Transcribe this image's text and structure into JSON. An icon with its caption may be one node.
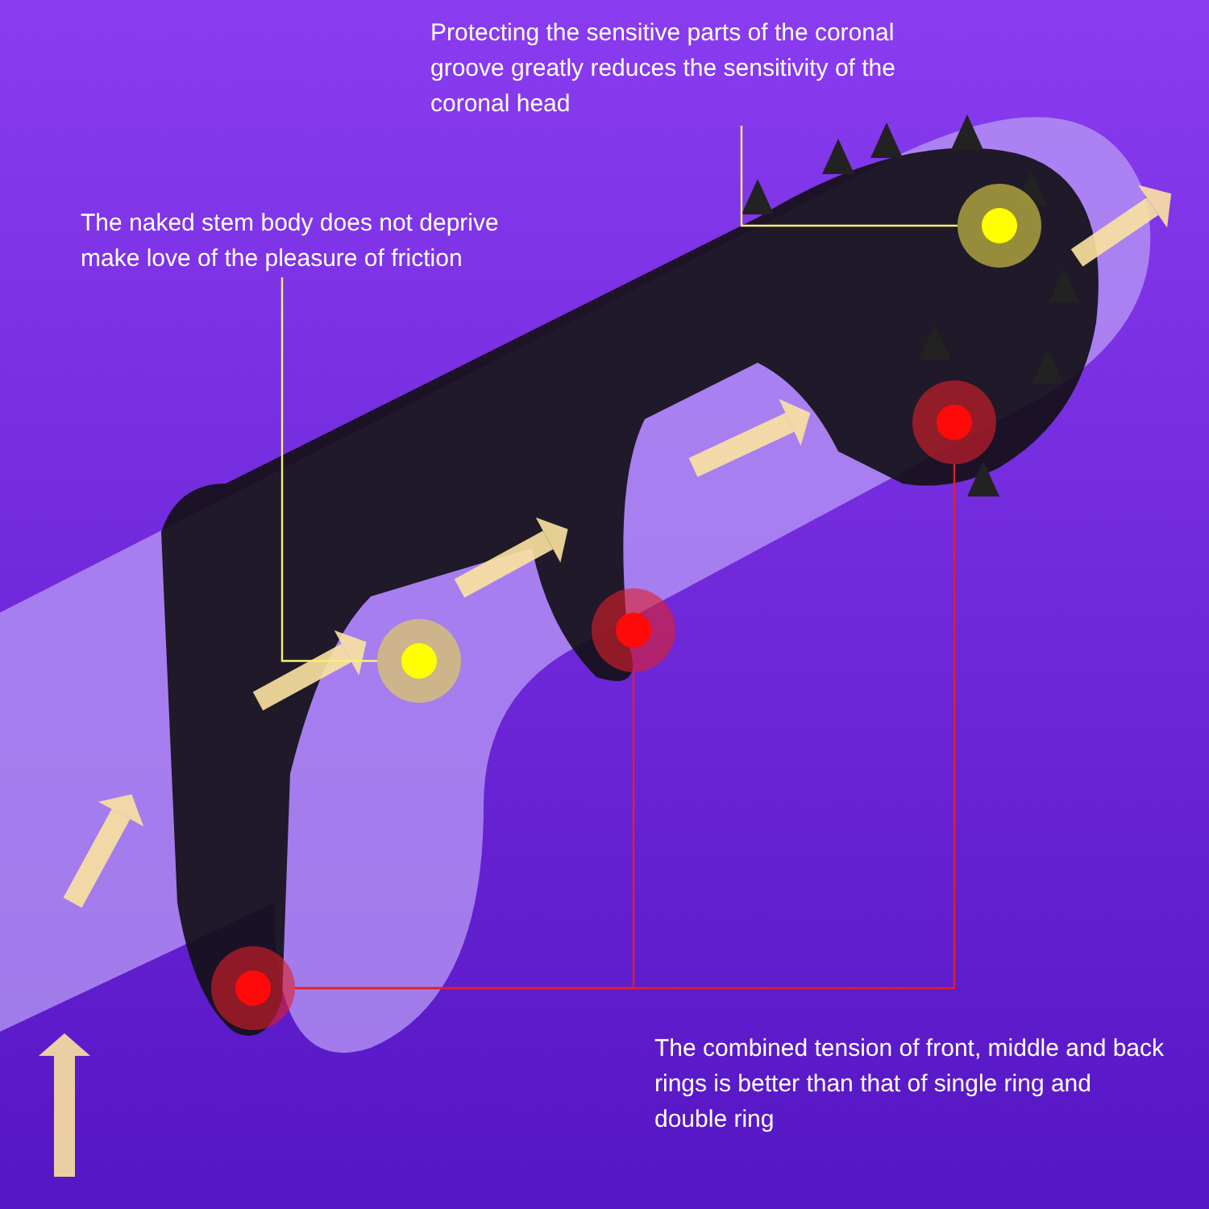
{
  "diagram": {
    "nodes": [
      {
        "text": [
          "Protecting the sensitive parts of the coronal groove greatly reduces the sensitivity of the coronal head"
        ]
      },
      {
        "text": [
          "The naked stem body does not deprive make love of the pleasure of friction"
        ]
      },
      {
        "text": [
          "The combined tension of front, middle and back rings is better than that of single ring and double ring"
        ]
      },
      {
        "text": [],
        "shape": "circle"
      },
      {
        "text": [],
        "shape": "circle"
      },
      {
        "text": [],
        "shape": "circle"
      },
      {
        "text": [],
        "shape": "circle"
      },
      {
        "text": [],
        "shape": "circle"
      }
    ],
    "edges": [
      {
        "from": 0,
        "to": 3,
        "arrow": "none",
        "color": "#f5f07a"
      },
      {
        "from": 1,
        "to": 4,
        "arrow": "none",
        "color": "#f5f07a"
      },
      {
        "from": 5,
        "to": 7,
        "arrow": "none",
        "color": "#e0202a"
      },
      {
        "from": 6,
        "to": 7,
        "arrow": "none",
        "color": "#e0202a"
      }
    ]
  }
}
